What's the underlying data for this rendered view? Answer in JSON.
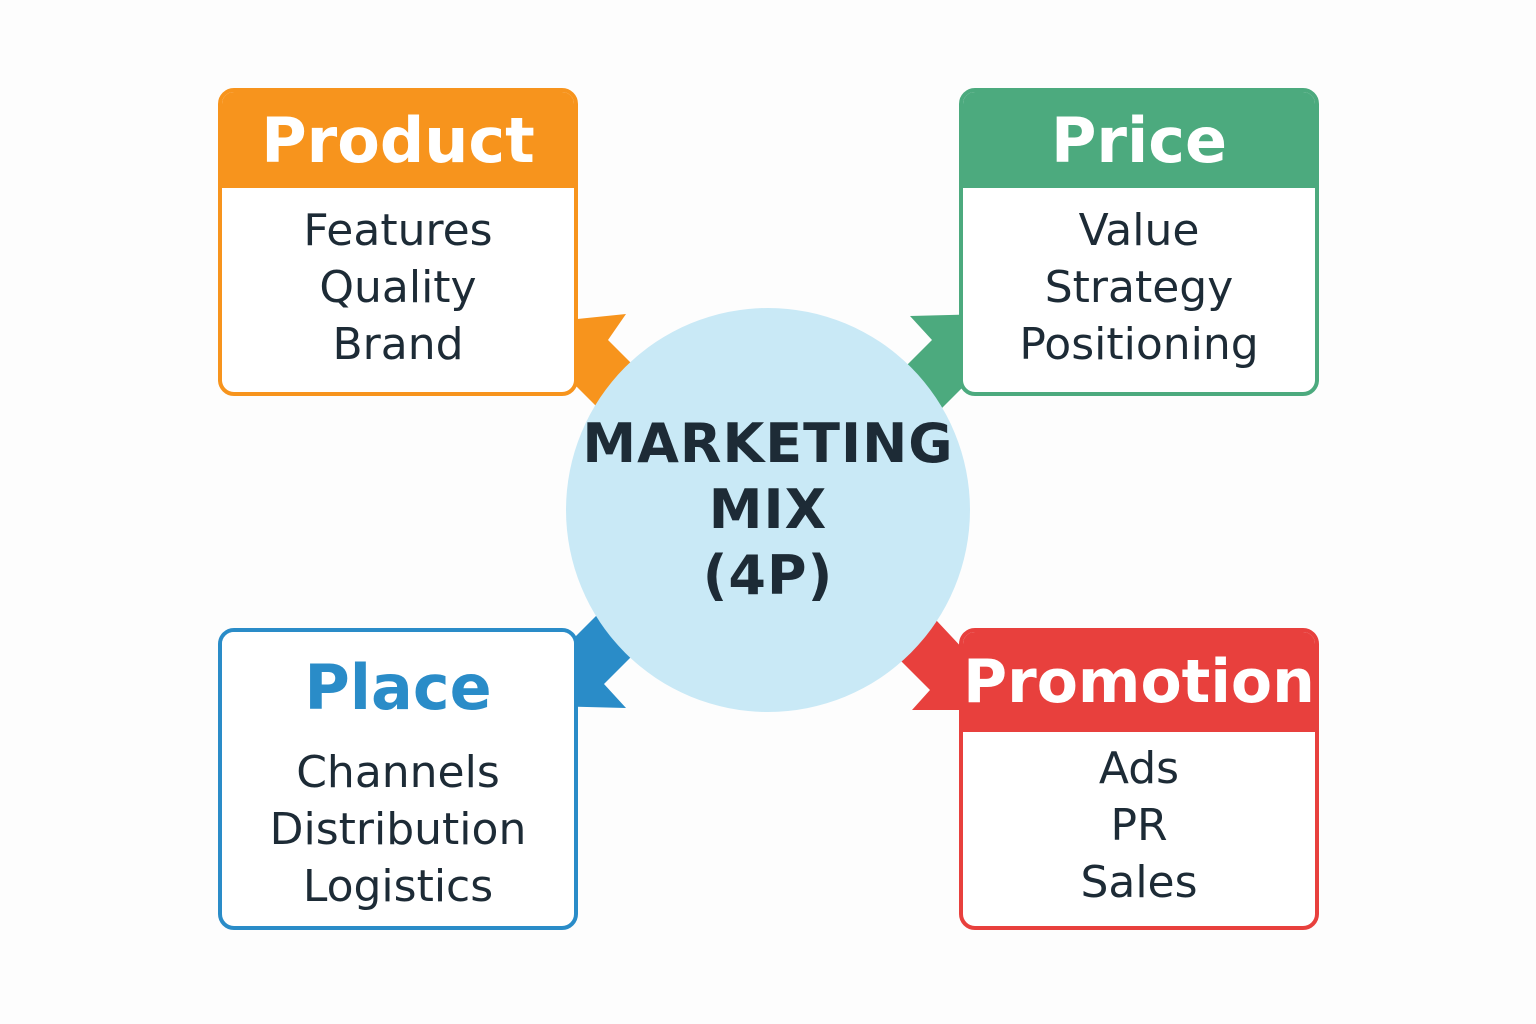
{
  "hub": {
    "lines": [
      "MARKETING",
      "MIX",
      "(4P)"
    ],
    "color": "#c9e9f6"
  },
  "boxes": [
    {
      "id": "product",
      "title": "Product",
      "items": [
        "Features",
        "Quality",
        "Brand"
      ],
      "color": "#f7941d"
    },
    {
      "id": "price",
      "title": "Price",
      "items": [
        "Value",
        "Strategy",
        "Positioning"
      ],
      "color": "#4caa7e"
    },
    {
      "id": "place",
      "title": "Place",
      "items": [
        "Channels",
        "Distribution",
        "Logistics"
      ],
      "color": "#2a8cc8"
    },
    {
      "id": "promotion",
      "title": "Promotion",
      "items": [
        "Ads",
        "PR",
        "Sales"
      ],
      "color": "#e8403d"
    }
  ]
}
